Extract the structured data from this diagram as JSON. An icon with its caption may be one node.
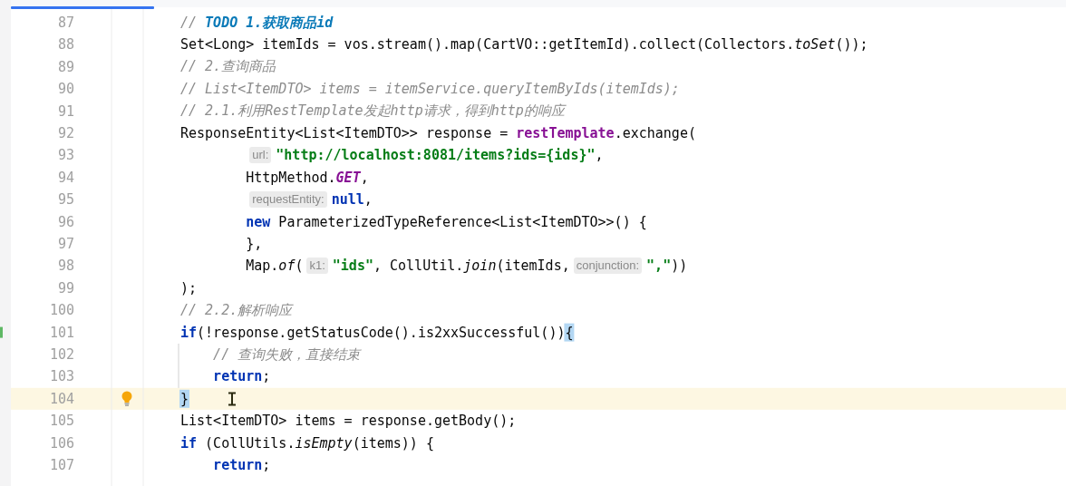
{
  "diagram": {
    "labels": [
      "87",
      "// **TODO 1.获取商品id**",
      "88",
      "Set<Long> itemIds = vos.stream().map(CartVO::getItemId).collect(Collectors.*toSet*());",
      "89",
      "// 2.查询商品",
      "90",
      "// List<ItemDTO> items = itemService.queryItemByIds(itemIds);",
      "91",
      "// 2.1.利用RestTemplate发起http请求，得到http的响应",
      "92",
      "ResponseEntity<List<ItemDTO>> response = **restTemplate**.exchange(",
      "93",
      "url:",
      "**\"http://localhost:8081/items?ids={ids}\"**,",
      "94",
      "HttpMethod.**GET**,",
      "95",
      "requestEntity:",
      "**null**,",
      "96",
      "**new** ParameterizedTypeReference<List<ItemDTO>>() {",
      "97",
      "},",
      "98",
      "Map.*of*(",
      "k1:",
      "**\"ids\"**, CollUtil.*join*(itemIds,",
      "conjunction:",
      "**\",\"**))",
      "99",
      ");",
      "100",
      "// 2.2.解析响应",
      "101",
      "**if**(!response.getStatusCode().is2xxSuccessful()){",
      "102",
      "// 查询失败，直接结束",
      "103",
      "**return**;",
      "104",
      "}",
      "105",
      "List<ItemDTO> items = response.getBody();",
      "106",
      "**if** (CollUtils.*isEmpty*(items)) {",
      "107",
      "**return**;"
    ]
  }
}
